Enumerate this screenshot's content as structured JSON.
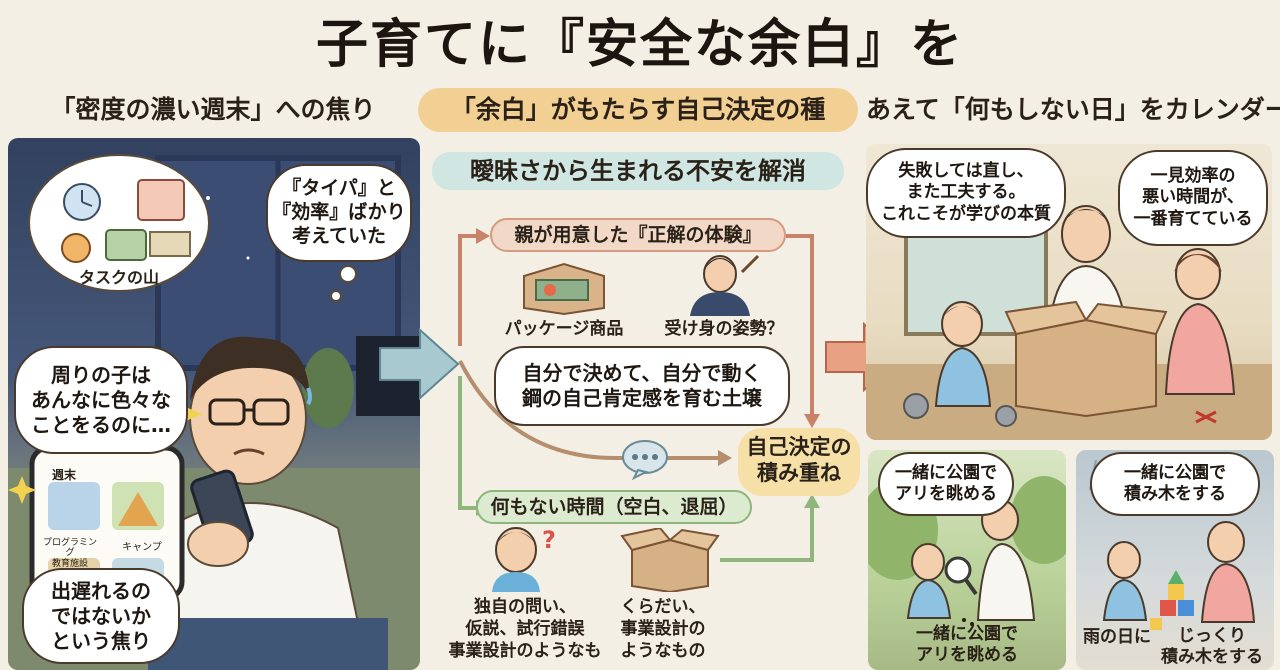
{
  "title": "子育てに『安全な余白』を",
  "left": {
    "heading": "「密度の濃い週末」への焦り",
    "thought_tasks": "タスクの山",
    "thought_taipa_line1": "『タイパ』と",
    "thought_taipa_line2": "『効率』ばかり",
    "thought_taipa_line3": "考えていた",
    "bubble_others_line1": "周りの子は",
    "bubble_others_line2": "あんなに色々な",
    "bubble_others_line3": "ことをるのに…",
    "phone_header": "週末",
    "phone_item1": "プログラミング\n教育施設",
    "phone_item2": "キャンプ",
    "bubble_late_line1": "出遅れるの",
    "bubble_late_line2": "ではないか",
    "bubble_late_line3": "という焦り"
  },
  "middle": {
    "heading": "「余白」がもたらす自己決定の種",
    "subheading": "曖昧さから生まれる不安を解消",
    "top_label": "親が用意した『正解の体験』",
    "caption_package": "パッケージ商品",
    "caption_passive": "受け身の姿勢？",
    "bubble_line1": "自分で決めて、自分で動く",
    "bubble_line2": "鋼の自己肯定感を育む土壌",
    "result_line1": "自己決定の",
    "result_line2": "積み重ね",
    "bottom_label": "何もない時間（空白、退屈）",
    "caption_question_line1": "独自の問い、",
    "caption_question_line2": "仮説、試行錯誤",
    "caption_question_line3": "事業設計のようなも",
    "caption_box_line1": "くらだい、",
    "caption_box_line2": "事業設計の",
    "caption_box_line3": "ようなもの"
  },
  "right": {
    "heading": "あえて「何もしない日」をカレンダーに",
    "bubble_fail_line1": "失敗しては直し、",
    "bubble_fail_line2": "また工夫する。",
    "bubble_fail_line3": "これこそが学びの本質",
    "bubble_time_line1": "一見効率の",
    "bubble_time_line2": "悪い時間が、",
    "bubble_time_line3": "一番育てている",
    "park_bubble_line1": "一緒に公園で",
    "park_bubble_line2": "アリを眺める",
    "park_caption_line1": "一緒に公園で",
    "park_caption_line2": "アリを眺める",
    "rain_bubble_line1": "一緒に公園で",
    "rain_bubble_line2": "積み木をする",
    "rain_caption_line1": "雨の日に",
    "rain_caption_line2": "じっくり",
    "rain_caption_line3": "積み木をする"
  },
  "colors": {
    "arrow_red": "#c9826a",
    "arrow_green": "#8fb47c",
    "arrow_teal": "#a9c9d1",
    "gold": "#f2cf92"
  }
}
